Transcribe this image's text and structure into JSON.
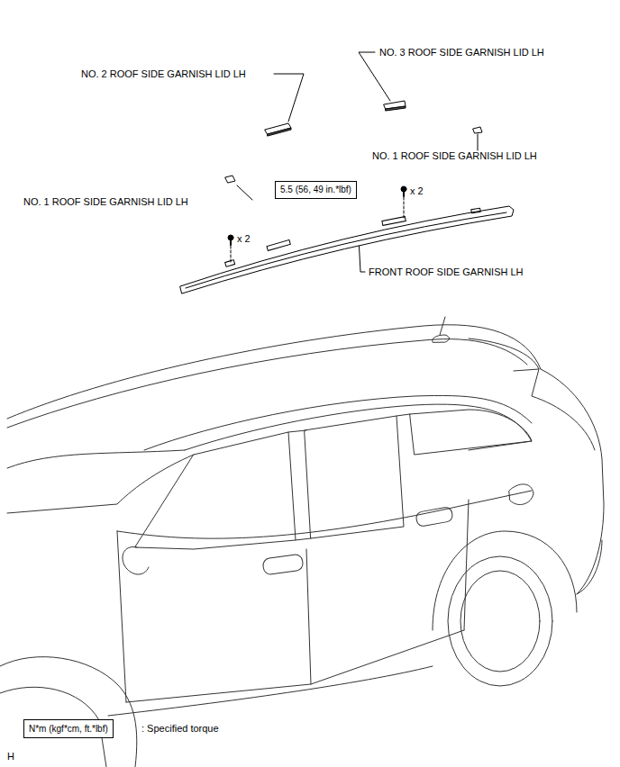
{
  "diagram": {
    "nodes": [
      {
        "text": [
          "5.5 (56, 49 in.*lbf)"
        ]
      },
      {
        "text": [
          "N*m (kgf*cm, ft.*lbf)"
        ]
      }
    ],
    "labels": [
      "NO. 3 ROOF SIDE GARNISH LID LH",
      "NO. 2 ROOF SIDE GARNISH LID LH",
      "NO. 1 ROOF SIDE GARNISH LID LH",
      "NO. 1 ROOF SIDE GARNISH LID LH",
      "x 2",
      "x 2",
      "FRONT ROOF SIDE GARNISH LH",
      ": Specified torque",
      "H"
    ]
  }
}
